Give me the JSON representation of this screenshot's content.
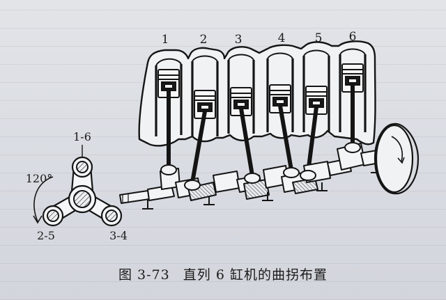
{
  "cylinder_numbers": [
    "1",
    "2",
    "3",
    "4",
    "5",
    "6"
  ],
  "crank_diagram": {
    "angle_label": "120°",
    "pairs": [
      "1-6",
      "2-5",
      "3-4"
    ]
  },
  "caption": {
    "figure_label": "图 3-73",
    "title": "直列 6 缸机的曲拐布置"
  }
}
